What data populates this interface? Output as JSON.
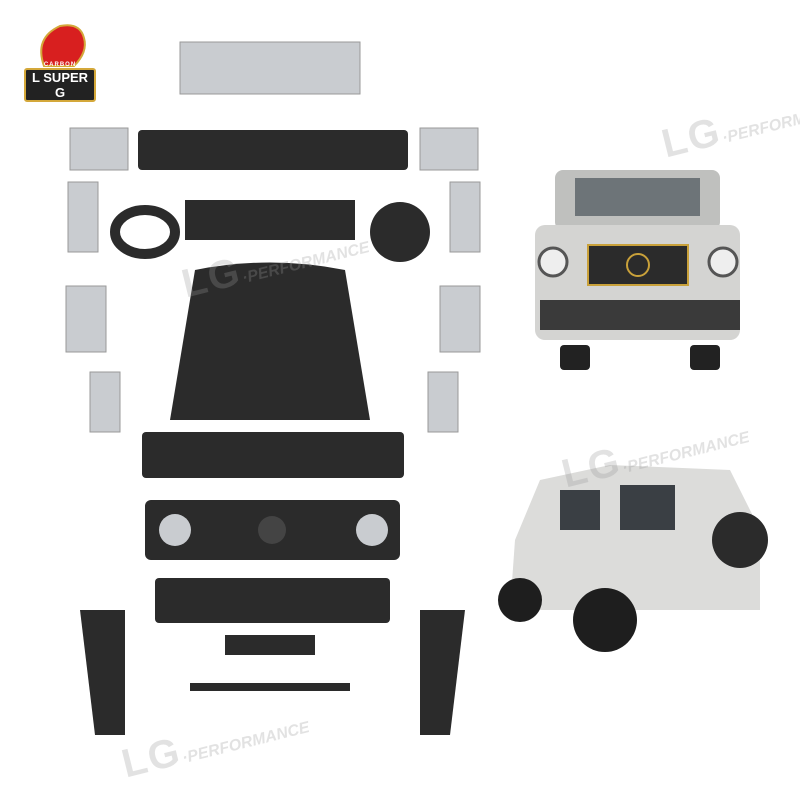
{
  "logo": {
    "carbon": "CARBON",
    "brand": "L SUPER G"
  },
  "watermark": {
    "big": "LG",
    "small": "·PERFORMANCE"
  },
  "colors": {
    "carbon": "#2b2b2b",
    "grey_part": "#c9ccd0",
    "car_body": "#d8d8d6",
    "accent": "#c9a13a",
    "logo_red": "#d81f1f"
  }
}
